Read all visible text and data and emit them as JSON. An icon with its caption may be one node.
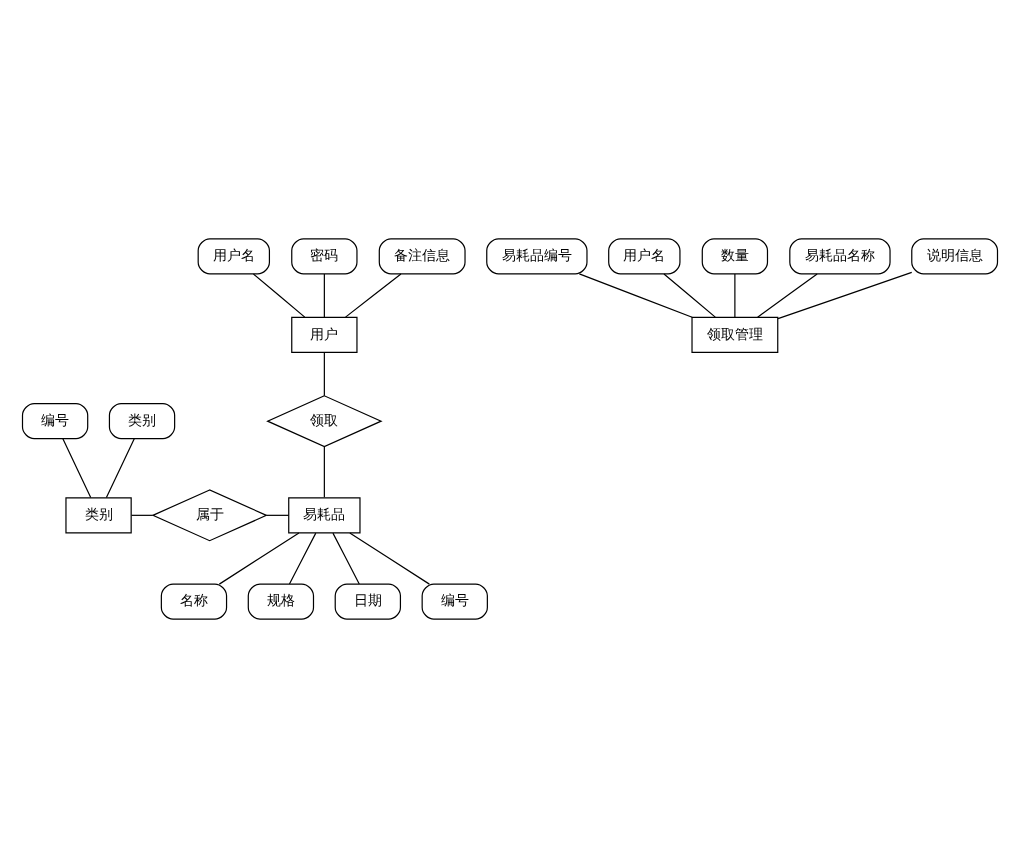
{
  "diagram": {
    "nodes": [
      {
        "text": [
          "用户名"
        ]
      },
      {
        "text": [
          "密码"
        ]
      },
      {
        "text": [
          "备注信息"
        ]
      },
      {
        "text": [
          "用户"
        ]
      },
      {
        "text": [
          "领取"
        ]
      },
      {
        "text": [
          "编号"
        ]
      },
      {
        "text": [
          "类别"
        ]
      },
      {
        "text": [
          "类别"
        ]
      },
      {
        "text": [
          "属于"
        ]
      },
      {
        "text": [
          "易耗品"
        ]
      },
      {
        "text": [
          "名称"
        ]
      },
      {
        "text": [
          "规格"
        ]
      },
      {
        "text": [
          "日期"
        ]
      },
      {
        "text": [
          "编号"
        ]
      },
      {
        "text": [
          "易耗品编号"
        ]
      },
      {
        "text": [
          "用户名"
        ]
      },
      {
        "text": [
          "数量"
        ]
      },
      {
        "text": [
          "易耗品名称"
        ]
      },
      {
        "text": [
          "说明信息"
        ]
      },
      {
        "text": [
          "领取管理"
        ]
      }
    ],
    "edges": [
      {
        "from": 0,
        "to": 3,
        "arrow": "none"
      },
      {
        "from": 1,
        "to": 3,
        "arrow": "none"
      },
      {
        "from": 2,
        "to": 3,
        "arrow": "none"
      },
      {
        "from": 3,
        "to": 4,
        "arrow": "none"
      },
      {
        "from": 4,
        "to": 9,
        "arrow": "none"
      },
      {
        "from": 5,
        "to": 7,
        "arrow": "none"
      },
      {
        "from": 6,
        "to": 7,
        "arrow": "none"
      },
      {
        "from": 7,
        "to": 8,
        "arrow": "none"
      },
      {
        "from": 8,
        "to": 9,
        "arrow": "none"
      },
      {
        "from": 9,
        "to": 10,
        "arrow": "none"
      },
      {
        "from": 9,
        "to": 11,
        "arrow": "none"
      },
      {
        "from": 9,
        "to": 12,
        "arrow": "none"
      },
      {
        "from": 9,
        "to": 13,
        "arrow": "none"
      },
      {
        "from": 14,
        "to": 19,
        "arrow": "none"
      },
      {
        "from": 15,
        "to": 19,
        "arrow": "none"
      },
      {
        "from": 16,
        "to": 19,
        "arrow": "none"
      },
      {
        "from": 17,
        "to": 19,
        "arrow": "none"
      },
      {
        "from": 18,
        "to": 19,
        "arrow": "none"
      }
    ]
  }
}
